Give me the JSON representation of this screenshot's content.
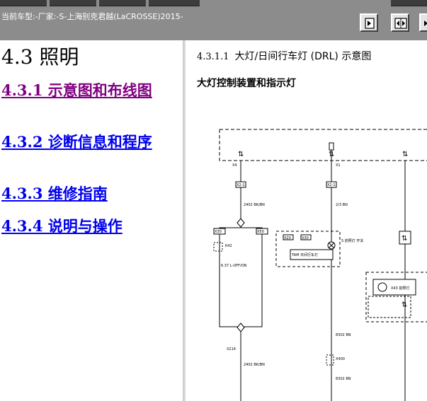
{
  "header": {
    "vehicle": "当前车型:-厂家:-S-上海别克君越(LaCROSSE)2015-"
  },
  "toc": {
    "title": "4.3 照明",
    "links": [
      {
        "label": "4.3.1 示意图和布线图",
        "color": "#800080"
      },
      {
        "label": "4.3.2 诊断信息和程序",
        "color": "#0000ee"
      },
      {
        "label": "4.3.3 维修指南",
        "color": "#0000ee"
      },
      {
        "label": "4.3.4 说明与操作",
        "color": "#0000ee"
      }
    ]
  },
  "content": {
    "section_number": "4.3.1.1",
    "section_title": "大灯/日间行车灯 (DRL) 示意图",
    "subtitle": "大灯控制装置和指示灯"
  },
  "diagram": {
    "left_connector": "X4",
    "right_connector": "X1",
    "left_fuse": "X2-1",
    "mid_fuse": "X2-1",
    "left_wire": "2402 BK/BN",
    "left_block_a": "X30",
    "left_block_b": "X50",
    "left_relay": "K42",
    "left_relay_text": "6.37 L-OFF/ON",
    "left_ground": "X214",
    "left_bottom_wire": "2402 BK/BN",
    "mid_wire_top": "2/3 BN",
    "mid_block_a": "X20",
    "mid_block_b": "X30",
    "mid_module_label": "TAM 日间行车灯",
    "mid_side_label": "S 前照灯 开关",
    "mid_wire_bottom": "8302 BN",
    "mid_switch": "X400",
    "mid_bottom_label": "8302 BN",
    "right_lamp_label": "X43 前照灯"
  }
}
